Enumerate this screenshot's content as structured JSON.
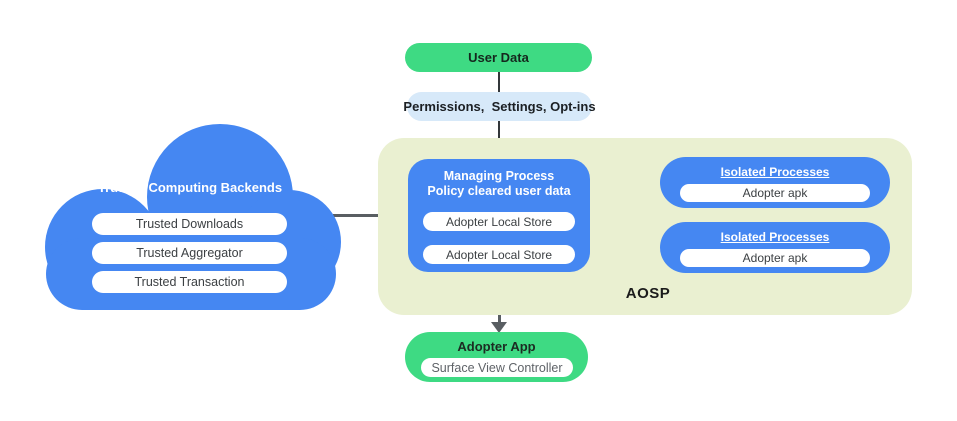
{
  "colors": {
    "blue": "#4587F2",
    "green": "#3EDA83",
    "light_blue": "#D7E9F9",
    "aosp_background": "#EAF0D1",
    "connector_gray": "#595E62",
    "pill_text_gray": "#3C4043",
    "white": "#FFFFFF"
  },
  "top_flow": {
    "user_data_label": "User Data",
    "permissions_label": "Permissions,  Settings, Opt-ins"
  },
  "cloud": {
    "title": "Trusted Computing Backends",
    "items": [
      "Trusted Downloads",
      "Trusted Aggregator",
      "Trusted Transaction"
    ]
  },
  "aosp": {
    "label": "AOSP",
    "managing_process": {
      "title_line1": "Managing Process",
      "title_line2": "Policy cleared user data",
      "stores": [
        "Adopter Local Store",
        "Adopter Local Store"
      ]
    },
    "isolated_processes": [
      {
        "title": "Isolated Processes",
        "item": "Adopter apk"
      },
      {
        "title": "Isolated Processes",
        "item": "Adopter apk"
      }
    ]
  },
  "adopter_app": {
    "title": "Adopter App",
    "item": "Surface View Controller"
  }
}
